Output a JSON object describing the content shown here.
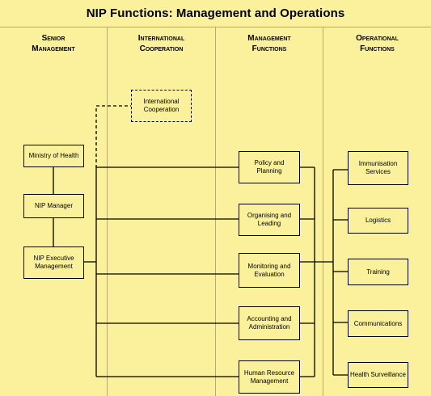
{
  "title": "NIP Functions:   Management and Operations",
  "columns": [
    {
      "label": "Senior\nManagement"
    },
    {
      "label": "International\nCooperation"
    },
    {
      "label": "Management\nFunctions"
    },
    {
      "label": "Operational\nFunctions"
    }
  ],
  "boxes": {
    "ministry": "Ministry of Health",
    "nip_manager": "NIP Manager",
    "nip_exec": "NIP Executive\nManagement",
    "intl_coop": "International\nCooperation",
    "policy": "Policy and\nPlanning",
    "organising": "Organising and\nLeading",
    "monitoring": "Monitoring and\nEvaluation",
    "accounting": "Accounting and\nAdministration",
    "hr": "Human Resource\nManagement",
    "immunisation": "Immunisation\nServices",
    "logistics": "Logistics",
    "training": "Training",
    "communications": "Communications",
    "surveillance": "Health Surveillance"
  },
  "colors": {
    "background": "#fbf19d",
    "lines": "#000000"
  }
}
